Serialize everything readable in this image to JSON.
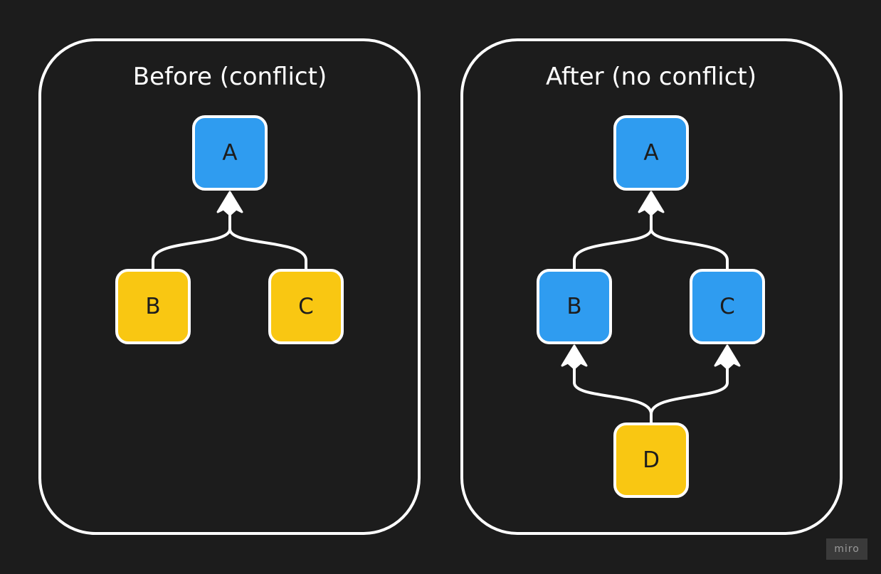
{
  "colors": {
    "background": "#1c1c1c",
    "stroke": "#ffffff",
    "node_blue": "#2f9cf0",
    "node_yellow": "#f9c712",
    "label": "#1d1d1d"
  },
  "panels": [
    {
      "id": "before",
      "title": "Before (conflict)",
      "nodes": [
        {
          "id": "A",
          "label": "A",
          "color": "blue"
        },
        {
          "id": "B",
          "label": "B",
          "color": "yellow"
        },
        {
          "id": "C",
          "label": "C",
          "color": "yellow"
        }
      ],
      "edges": [
        {
          "from": "B",
          "to": "A"
        },
        {
          "from": "C",
          "to": "A"
        }
      ]
    },
    {
      "id": "after",
      "title": "After (no conflict)",
      "nodes": [
        {
          "id": "A",
          "label": "A",
          "color": "blue"
        },
        {
          "id": "B",
          "label": "B",
          "color": "blue"
        },
        {
          "id": "C",
          "label": "C",
          "color": "blue"
        },
        {
          "id": "D",
          "label": "D",
          "color": "yellow"
        }
      ],
      "edges": [
        {
          "from": "B",
          "to": "A"
        },
        {
          "from": "C",
          "to": "A"
        },
        {
          "from": "D",
          "to": "B"
        },
        {
          "from": "D",
          "to": "C"
        }
      ]
    }
  ],
  "watermark": "miro"
}
